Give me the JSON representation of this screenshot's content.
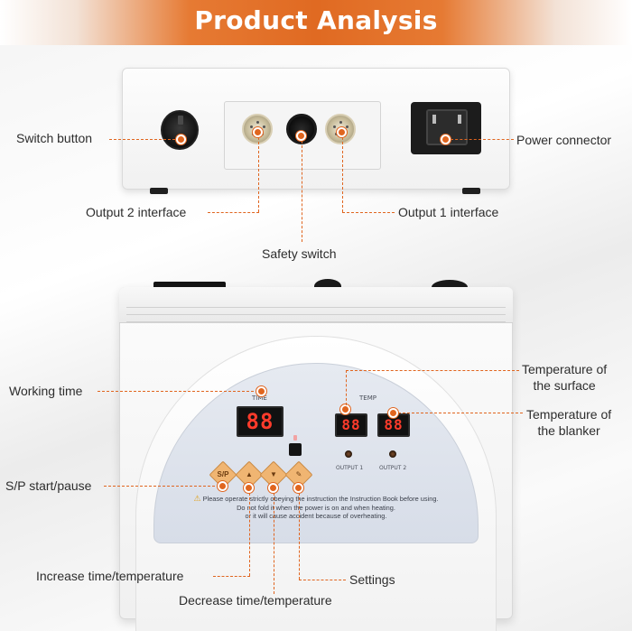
{
  "header": {
    "title": "Product Analysis"
  },
  "back_panel": {
    "labels": {
      "switch_button": "Switch button",
      "power_connector": "Power connector",
      "output2": "Output 2 interface",
      "output1": "Output 1 interface",
      "safety_switch": "Safety switch"
    }
  },
  "front_panel": {
    "time_label": "TIME",
    "temp_label": "TEMP",
    "time_display": "88",
    "temp_display_1": "88",
    "temp_display_2": "88",
    "output1_label": "OUTPUT 1",
    "output2_label": "OUTPUT 2",
    "sp_key": "S/P",
    "warning_line1": "Please operate strictly obeying the instruction the Instruction Book before using.",
    "warning_line2": "Do not fold it when the power is on and when heating.",
    "warning_line3": "or it will cause accident because of overheating.",
    "labels": {
      "working_time": "Working time",
      "temp_surface_l1": "Temperature of",
      "temp_surface_l2": "the surface",
      "temp_blanker_l1": "Temperature of",
      "temp_blanker_l2": "the blanker",
      "sp": "S/P start/pause",
      "increase": "Increase time/temperature",
      "settings": "Settings",
      "decrease": "Decrease time/temperature"
    }
  },
  "colors": {
    "accent": "#e0651f",
    "display_red": "#ff3b2b"
  }
}
